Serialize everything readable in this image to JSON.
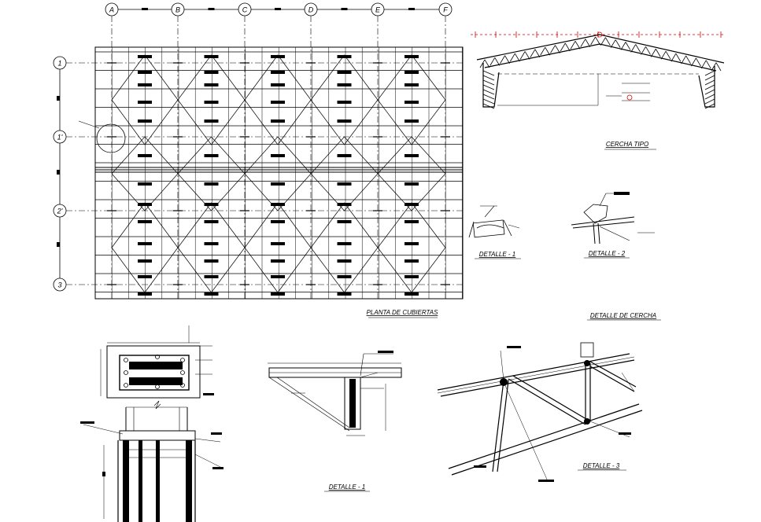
{
  "plan": {
    "grid_columns": [
      "A",
      "B",
      "C",
      "D",
      "E",
      "F"
    ],
    "grid_rows": [
      "1",
      "1'",
      "2'",
      "3"
    ],
    "title": "PLANTA DE CUBIERTAS"
  },
  "truss": {
    "title": "CERCHA TIPO"
  },
  "details": {
    "detalle_1_top": "DETALLE - 1",
    "detalle_2": "DETALLE - 2",
    "detalle_cercha": "DETALLE DE CERCHA",
    "detalle_1_bottom": "DETALLE - 1",
    "detalle_3": "DETALLE - 3"
  },
  "colors": {
    "line": "#000000",
    "accent_red": "#d40000",
    "background": "#ffffff"
  }
}
